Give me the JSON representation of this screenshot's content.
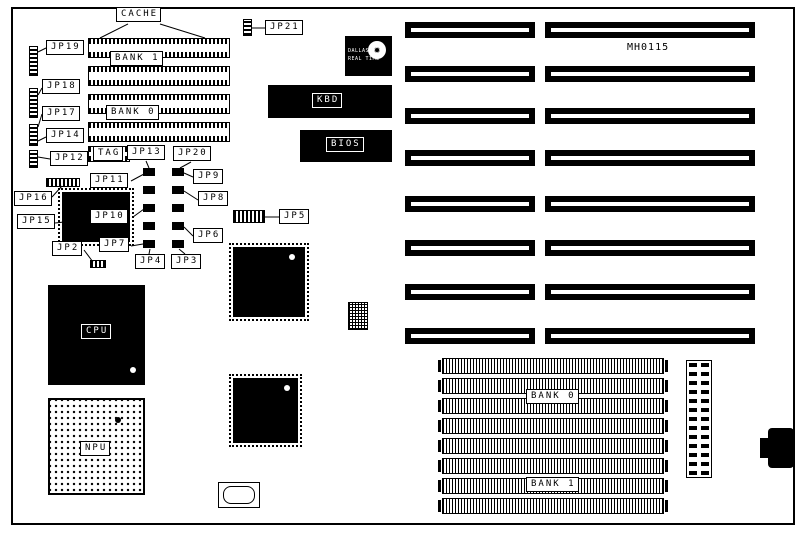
{
  "part_number": "MH0115",
  "labels": {
    "cache": "CACHE",
    "cache_bank1": "BANK 1",
    "cache_bank0": "BANK 0",
    "tag": "TAG",
    "simm_bank0": "BANK 0",
    "simm_bank1": "BANK 1",
    "cpu": "CPU",
    "npu": "NPU",
    "kbd": "KBD",
    "bios": "BIOS",
    "rtc_line1": "DALLAS",
    "rtc_line2": "REAL TIME"
  },
  "jumpers": {
    "jp2": "JP2",
    "jp3": "JP3",
    "jp4": "JP4",
    "jp5": "JP5",
    "jp6": "JP6",
    "jp7": "JP7",
    "jp8": "JP8",
    "jp9": "JP9",
    "jp10": "JP10",
    "jp11": "JP11",
    "jp12": "JP12",
    "jp13": "JP13",
    "jp14": "JP14",
    "jp15": "JP15",
    "jp16": "JP16",
    "jp17": "JP17",
    "jp18": "JP18",
    "jp19": "JP19",
    "jp20": "JP20",
    "jp21": "JP21"
  }
}
